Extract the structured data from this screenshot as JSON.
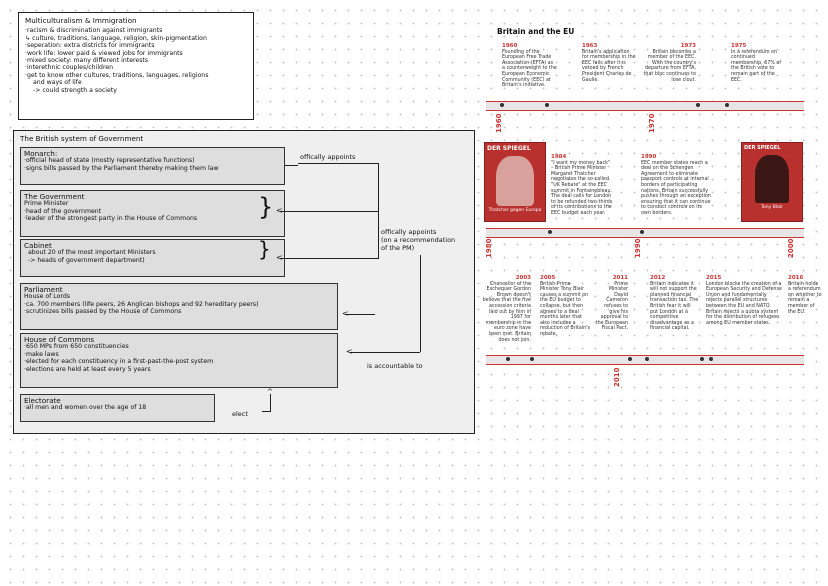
{
  "multiculturalism": {
    "title": "Multiculturalism & Immigration",
    "lines": [
      "·racism & discrimination against immigrants",
      "↳ culture, traditions, language, religion, skin-pigmentation",
      "·seperation: extra districts for immigrants",
      "·work life: lower paid & viewed jobs for immigrants",
      "·mixed society: many different interests",
      "·interethnic couples/children",
      "·get to know other cultures, traditions, languages, religions",
      "  and ways of life",
      "  -> could strength a society"
    ]
  },
  "government": {
    "title": "The British system of Government",
    "monarch": {
      "title": "Monarch:",
      "lines": [
        "·official head of state (mostly representative functions)",
        "·signs bills passed by the Parliament thereby making them law"
      ]
    },
    "gov": {
      "title": "The Government",
      "subtitle": "Prime Minister",
      "lines": [
        "·head of the government",
        "·leader of the strongest party in the House of Commons"
      ]
    },
    "cabinet": {
      "title": "Cabinet",
      "lines": [
        "about 20 of the most important Ministers",
        "-> heads of government department)"
      ]
    },
    "parliament": {
      "title": "Parliament",
      "subtitle": "House of Lords",
      "lines": [
        "·ca. 700 members (life peers, 26 Anglican bishops and 92 hereditary peers)",
        "·scrutinizes bills passed by the House of Commons"
      ]
    },
    "commons": {
      "title": "House of Commons",
      "lines": [
        "·650 MPs from 650 constituencies",
        "·make laws",
        "·elected for each constituency in a first-past-the-post system",
        "·elections are held at least every 5 years"
      ]
    },
    "electorate": {
      "title": "Electorate",
      "lines": [
        "·all men and women over the age of 18"
      ]
    },
    "arrows": {
      "appoints": "offically appoints",
      "appoints2": "offically appoints",
      "appoints2b": "(on a recommendation",
      "appoints2c": "of the PM)",
      "accountable": "is accountable to",
      "elect": "elect"
    }
  },
  "timeline": {
    "title": "Britain and the EU",
    "decades": [
      "1960",
      "1970",
      "1980",
      "1990",
      "2000",
      "2010"
    ],
    "events": [
      {
        "year": "1960",
        "text": "Founding of the European Free Trade Association (EFTA) as a counterweight to the European Economic Community (EEC) at Britain's initiative."
      },
      {
        "year": "1963",
        "text": "Britain's application for membership in the EEC fails after it is vetoed by French President Charles de Gaulle."
      },
      {
        "year": "1973",
        "text": "Britain becomes a member of the EEC. With the country's departure from EFTA, that bloc continues to lose clout."
      },
      {
        "year": "1975",
        "text": "In a referendum on continued membership, 67% of the British vote to remain part of the EEC."
      },
      {
        "year": "1984",
        "text": "\"I want my money back\" – British Prime Minister Margaret Thatcher negotiates the so-called \"UK Rebate\" at the EEC summit in Fontainebleau. The deal calls for London to be refunded two-thirds of its contributions to the EEC budget each year."
      },
      {
        "year": "1990",
        "text": "EEC member states reach a deal on the Schengen Agreement to eliminate passport controls at internal borders of participating nations. Britain successfully pushes through an exception ensuring that it can continue to conduct controls on its own borders."
      },
      {
        "year": "2003",
        "text": "Chancellor of the Exchequer Gordon Brown doesn't believe that the five accession criteria laid out by him in 1997 for membership in the euro zone have been met. Britain does not join."
      },
      {
        "year": "2005",
        "text": "British Prime Minister Tony Blair causes a summit on the EU budget to collapse, but then agrees to a deal months later that also includes a reduction of Britain's rebate."
      },
      {
        "year": "2011",
        "text": "Prime Minister David Cameron refuses to give his approval to the European Fiscal Pact."
      },
      {
        "year": "2012",
        "text": "Britain indicates it will not support the planned financial transaction tax. The British fear it will put London at a competitive disadvantage as a financial capital."
      },
      {
        "year": "2015",
        "text": "London blocks the creation of a European Security and Defense Union and fundamentally rejects parallel structures between the EU and NATO. Britain rejects a quota system for the distribution of refugees among EU member states."
      },
      {
        "year": "2016",
        "text": "Britain holds a referendum on whether to remain a member of the EU."
      }
    ],
    "covers": [
      {
        "masthead": "DER SPIEGEL",
        "caption": "Thatcher gegen Europa"
      },
      {
        "masthead": "DER SPIEGEL",
        "caption": "Tony Blair"
      }
    ]
  }
}
